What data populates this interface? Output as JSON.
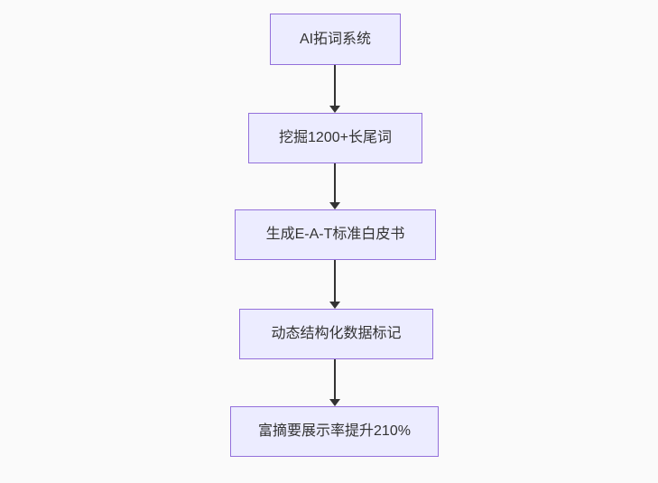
{
  "page": {
    "background_color": "#fafafa"
  },
  "diagram": {
    "type": "flowchart",
    "direction": "top-down",
    "style": {
      "node_fill": "#ECECFF",
      "node_border_color": "#9370DB",
      "text_color": "#333333",
      "arrow_color": "#333333"
    },
    "nodes": [
      {
        "id": "A",
        "label": "AI拓词系统"
      },
      {
        "id": "B",
        "label": "挖掘1200+长尾词"
      },
      {
        "id": "C",
        "label": "生成E-A-T标准白皮书"
      },
      {
        "id": "D",
        "label": "动态结构化数据标记"
      },
      {
        "id": "E",
        "label": "富摘要展示率提升210%"
      }
    ],
    "edges": [
      {
        "from": "A",
        "to": "B"
      },
      {
        "from": "B",
        "to": "C"
      },
      {
        "from": "C",
        "to": "D"
      },
      {
        "from": "D",
        "to": "E"
      }
    ]
  }
}
